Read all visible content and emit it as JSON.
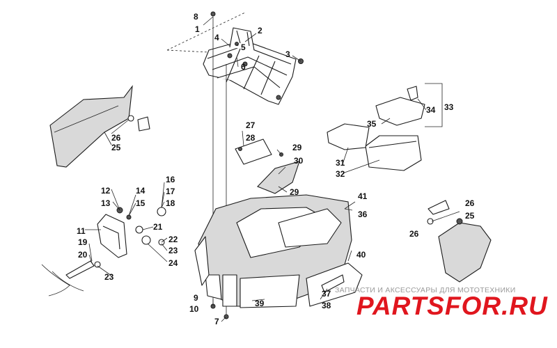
{
  "diagram": {
    "callouts": [
      {
        "id": "c1",
        "text": "1"
      },
      {
        "id": "c2",
        "text": "2"
      },
      {
        "id": "c3",
        "text": "3"
      },
      {
        "id": "c4",
        "text": "4"
      },
      {
        "id": "c5",
        "text": "5"
      },
      {
        "id": "c6",
        "text": "6"
      },
      {
        "id": "c7",
        "text": "7"
      },
      {
        "id": "c8",
        "text": "8"
      },
      {
        "id": "c9",
        "text": "9"
      },
      {
        "id": "c10",
        "text": "10"
      },
      {
        "id": "c11",
        "text": "11"
      },
      {
        "id": "c12",
        "text": "12"
      },
      {
        "id": "c13",
        "text": "13"
      },
      {
        "id": "c14",
        "text": "14"
      },
      {
        "id": "c15",
        "text": "15"
      },
      {
        "id": "c16",
        "text": "16"
      },
      {
        "id": "c17",
        "text": "17"
      },
      {
        "id": "c18",
        "text": "18"
      },
      {
        "id": "c19",
        "text": "19"
      },
      {
        "id": "c20",
        "text": "20"
      },
      {
        "id": "c21",
        "text": "21"
      },
      {
        "id": "c22",
        "text": "22"
      },
      {
        "id": "c23a",
        "text": "23"
      },
      {
        "id": "c23b",
        "text": "23"
      },
      {
        "id": "c24",
        "text": "24"
      },
      {
        "id": "c25a",
        "text": "25"
      },
      {
        "id": "c25b",
        "text": "25"
      },
      {
        "id": "c26a",
        "text": "26"
      },
      {
        "id": "c26b",
        "text": "26"
      },
      {
        "id": "c26c",
        "text": "26"
      },
      {
        "id": "c27",
        "text": "27"
      },
      {
        "id": "c28",
        "text": "28"
      },
      {
        "id": "c29a",
        "text": "29"
      },
      {
        "id": "c29b",
        "text": "29"
      },
      {
        "id": "c30",
        "text": "30"
      },
      {
        "id": "c31",
        "text": "31"
      },
      {
        "id": "c32",
        "text": "32"
      },
      {
        "id": "c33",
        "text": "33"
      },
      {
        "id": "c34",
        "text": "34"
      },
      {
        "id": "c35",
        "text": "35"
      },
      {
        "id": "c36",
        "text": "36"
      },
      {
        "id": "c37",
        "text": "37"
      },
      {
        "id": "c38",
        "text": "38"
      },
      {
        "id": "c39",
        "text": "39"
      },
      {
        "id": "c40",
        "text": "40"
      },
      {
        "id": "c41",
        "text": "41"
      }
    ]
  },
  "watermark": {
    "subtitle": "ЗАПЧАСТИ И АКСЕССУАРЫ ДЛЯ МОТОТЕХНИКИ",
    "brand": "PARTSFOR.RU",
    "brand_color": "#e0161e"
  }
}
